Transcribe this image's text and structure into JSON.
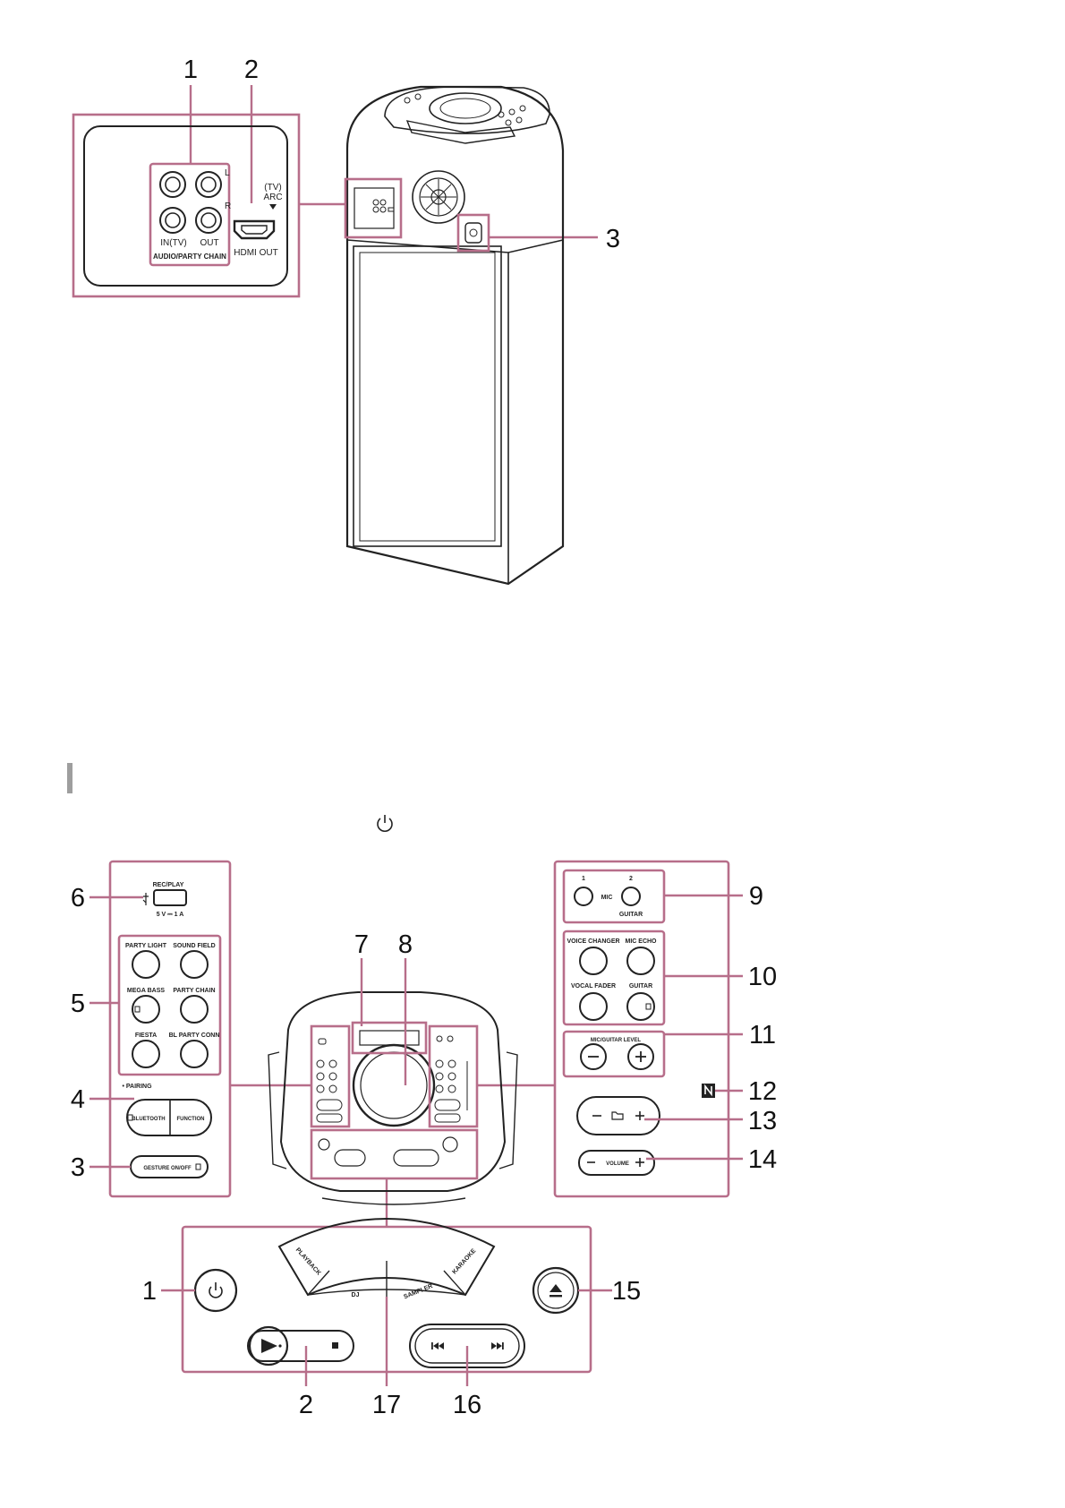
{
  "colors": {
    "callout": "#b76e8a",
    "line": "#222222",
    "section_bar": "#9e9e9e"
  },
  "icons": [
    "power-icon",
    "eject-icon",
    "nfc-icon",
    "usb-icon",
    "play-icon",
    "stop-icon",
    "prev-icon",
    "next-icon",
    "folder-icon"
  ],
  "rear_panel": {
    "callouts": [
      "1",
      "2",
      "3"
    ],
    "labels": {
      "L": "L",
      "R": "R",
      "in_tv": "IN(TV)",
      "out": "OUT",
      "audio_party_chain": "AUDIO/PARTY CHAIN",
      "tv": "(TV)",
      "arc": "ARC",
      "hdmi_out": "HDMI OUT"
    }
  },
  "top_panel": {
    "callouts": {
      "c1": "1",
      "c2": "2",
      "c3": "3",
      "c4": "4",
      "c5": "5",
      "c6": "6",
      "c7": "7",
      "c8": "8",
      "c9": "9",
      "c10": "10",
      "c11": "11",
      "c12": "12",
      "c13": "13",
      "c14": "14",
      "c15": "15",
      "c16": "16",
      "c17": "17"
    },
    "left": {
      "rec_play": "REC/PLAY",
      "usb_rating": "5 V ⎓ 1 A",
      "party_light": "PARTY LIGHT",
      "sound_field": "SOUND FIELD",
      "mega_bass": "MEGA BASS",
      "party_chain": "PARTY CHAIN",
      "fiesta": "FIESTA",
      "bl_party_conn": "BL PARTY CONN",
      "pairing": "• PAIRING",
      "bluetooth": "BLUETOOTH",
      "function": "FUNCTION",
      "gesture": "GESTURE ON/OFF"
    },
    "right": {
      "mic1": "1",
      "mic2": "2",
      "mic": "MIC",
      "guitar_jack": "GUITAR",
      "voice_changer": "VOICE CHANGER",
      "mic_echo": "MIC ECHO",
      "vocal_fader": "VOCAL FADER",
      "guitar": "GUITAR",
      "mic_guitar_level": "MIC/GUITAR LEVEL",
      "volume": "VOLUME"
    },
    "bottom": {
      "playback": "PLAYBACK",
      "dj": "DJ",
      "sampler": "SAMPLER",
      "karaoke": "KARAOKE"
    }
  }
}
